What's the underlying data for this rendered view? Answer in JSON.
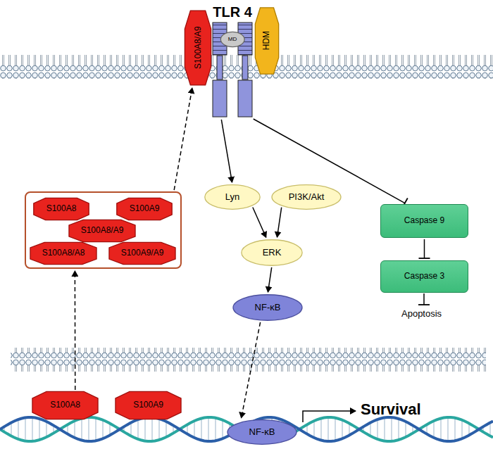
{
  "diagram": {
    "nodes": [
      {
        "text": [
          "TLR 4"
        ]
      },
      {
        "text": [
          "S100A8/A9"
        ]
      },
      {
        "text": [
          "MD"
        ]
      },
      {
        "text": [
          "HDM"
        ]
      },
      {
        "text": []
      },
      {
        "text": [
          "S100A8"
        ],
        "in": 4
      },
      {
        "text": [
          "S100A9"
        ],
        "in": 4
      },
      {
        "text": [
          "S100A8/A9"
        ],
        "in": 4
      },
      {
        "text": [
          "S100A8/A8"
        ],
        "in": 4
      },
      {
        "text": [
          "S100A9/A9"
        ],
        "in": 4
      },
      {
        "text": [
          "Lyn"
        ]
      },
      {
        "text": [
          "PI3K/Akt"
        ]
      },
      {
        "text": [
          "Caspase 9"
        ]
      },
      {
        "text": [
          "ERK"
        ]
      },
      {
        "text": [
          "Caspase 3"
        ]
      },
      {
        "text": [
          "NF-κB"
        ]
      },
      {
        "text": [
          "S100A8"
        ]
      },
      {
        "text": [
          "S100A9"
        ]
      },
      {
        "text": [
          "NF-κB"
        ]
      }
    ],
    "edges": [
      {
        "from": 4,
        "to": 1,
        "arrow": "to"
      },
      {
        "from": 0,
        "to": 10,
        "arrow": "to"
      },
      {
        "from": 0,
        "to": 12,
        "arrow": "to"
      },
      {
        "from": 10,
        "to": 13,
        "arrow": "to"
      },
      {
        "from": 11,
        "to": 13,
        "arrow": "to"
      },
      {
        "from": 13,
        "to": 15,
        "arrow": "to"
      },
      {
        "from": 15,
        "to": 18,
        "arrow": "to"
      },
      {
        "from": 12,
        "to": 14,
        "arrow": "to"
      },
      {
        "from": 16,
        "to": 4,
        "arrow": "to"
      }
    ],
    "labels": [
      "Apoptosis",
      "Survival"
    ]
  }
}
